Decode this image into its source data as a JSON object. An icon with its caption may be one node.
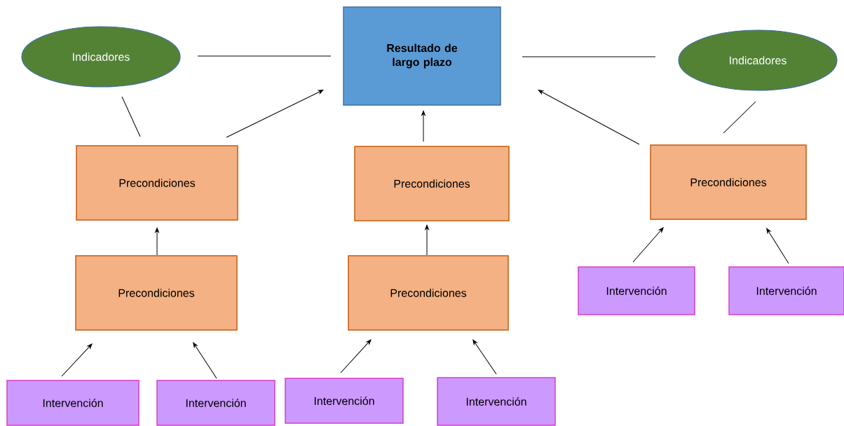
{
  "diagram": {
    "nodes": [
      {
        "text": [
          "Indicadores"
        ]
      },
      {
        "text": [
          "Resultado de largo plazo"
        ]
      },
      {
        "text": [
          "Indicadores"
        ]
      },
      {
        "text": [
          "Precondiciones"
        ]
      },
      {
        "text": [
          "Precondiciones"
        ]
      },
      {
        "text": [
          "Precondiciones"
        ]
      },
      {
        "text": [
          "Precondiciones"
        ]
      },
      {
        "text": [
          "Precondiciones"
        ]
      },
      {
        "text": [
          "Intervención"
        ]
      },
      {
        "text": [
          "Intervención"
        ]
      },
      {
        "text": [
          "Intervención"
        ]
      },
      {
        "text": [
          "Intervención"
        ]
      },
      {
        "text": [
          "Intervención"
        ]
      },
      {
        "text": [
          "Intervención"
        ]
      }
    ],
    "edges": [
      {
        "from": 0,
        "to": 1,
        "arrow": "none"
      },
      {
        "from": 1,
        "to": 2,
        "arrow": "none"
      },
      {
        "from": 3,
        "to": 0,
        "arrow": "none"
      },
      {
        "from": 5,
        "to": 2,
        "arrow": "none"
      },
      {
        "from": 3,
        "to": 1,
        "arrow": "to"
      },
      {
        "from": 4,
        "to": 1,
        "arrow": "to"
      },
      {
        "from": 5,
        "to": 1,
        "arrow": "to"
      },
      {
        "from": 6,
        "to": 3,
        "arrow": "to"
      },
      {
        "from": 7,
        "to": 4,
        "arrow": "to"
      },
      {
        "from": 8,
        "to": 6,
        "arrow": "to"
      },
      {
        "from": 9,
        "to": 6,
        "arrow": "to"
      },
      {
        "from": 10,
        "to": 7,
        "arrow": "to"
      },
      {
        "from": 11,
        "to": 7,
        "arrow": "to"
      },
      {
        "from": 12,
        "to": 5,
        "arrow": "to"
      },
      {
        "from": 13,
        "to": 5,
        "arrow": "to"
      }
    ]
  }
}
